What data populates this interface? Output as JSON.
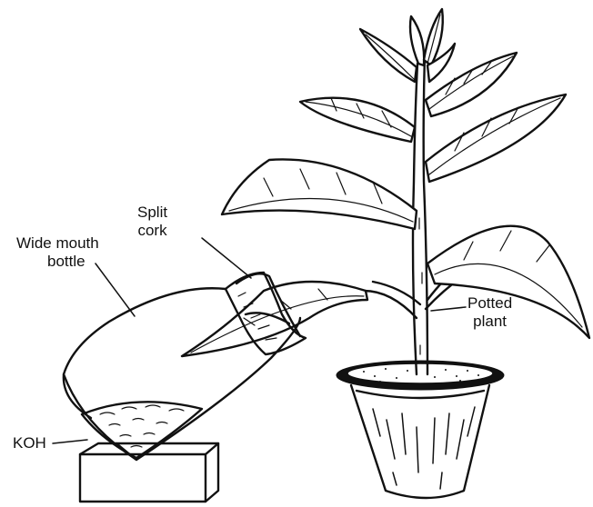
{
  "labels": {
    "wide_mouth_bottle": [
      "Wide mouth",
      "bottle"
    ],
    "split_cork": [
      "Split",
      "cork"
    ],
    "potted_plant": [
      "Potted",
      "plant"
    ],
    "koh": "KOH"
  },
  "colors": {
    "ink": "#111111",
    "background": "#ffffff"
  }
}
